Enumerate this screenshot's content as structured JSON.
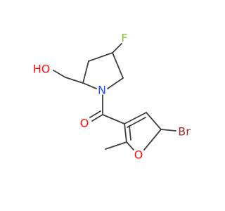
{
  "colors": {
    "bond": "#3f3f3f",
    "F": "#8fbf40",
    "O": "#ff0d0d",
    "N": "#2050f0",
    "Br": "#a52a2a",
    "C": "#3f3f3f"
  },
  "atoms": {
    "F": "F",
    "HO": "HO",
    "N": "N",
    "O_carbonyl": "O",
    "O_furan": "O",
    "Br": "Br"
  }
}
